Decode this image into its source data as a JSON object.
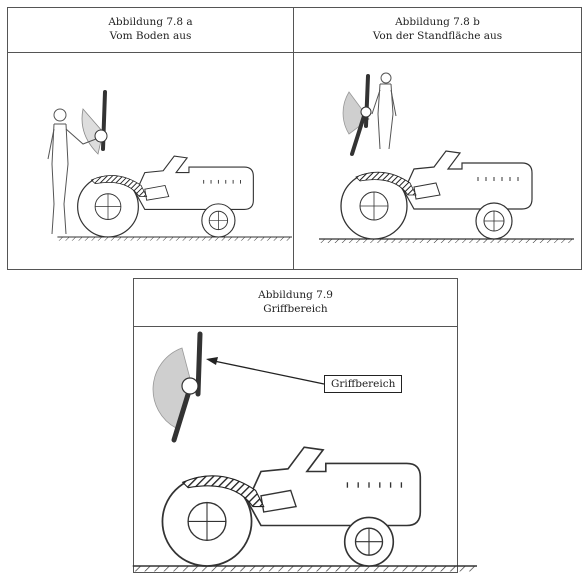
{
  "figures": [
    {
      "id": "7.8a",
      "title": "Abbildung 7.8 a",
      "subtitle": "Vom Boden aus"
    },
    {
      "id": "7.8b",
      "title": "Abbildung 7.8 b",
      "subtitle": "Von der Standfläche aus"
    },
    {
      "id": "7.9",
      "title": "Abbildung 7.9",
      "subtitle": "Griffbereich"
    }
  ],
  "callout": {
    "label": "Griffbereich"
  },
  "colors": {
    "line": "#333333",
    "reach_fill": "#cfcfcf",
    "hatch": "#222222",
    "border": "#555555"
  }
}
